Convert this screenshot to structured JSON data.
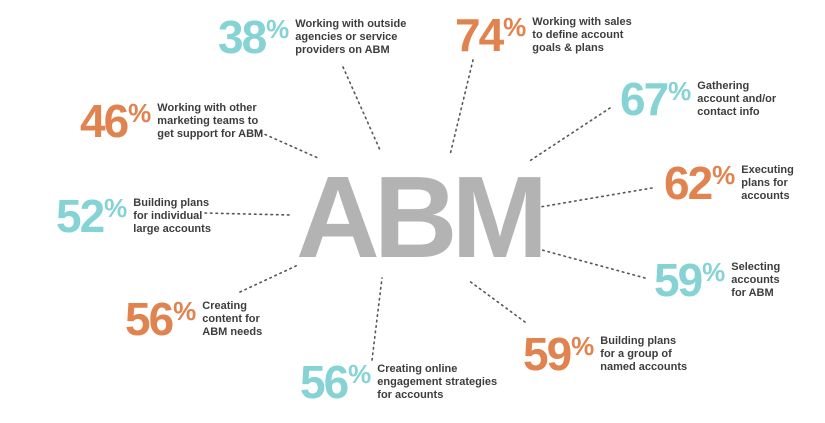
{
  "center_label": "ABM",
  "colors": {
    "orange": "#e0834f",
    "teal": "#86d3d6",
    "center": "#b3b3b3",
    "dots": "#555555"
  },
  "stats": [
    {
      "id": "outside-agencies",
      "value": "38",
      "unit": "%",
      "color": "teal",
      "label": [
        "Working with outside",
        "agencies or service",
        "providers on ABM"
      ]
    },
    {
      "id": "sales-goals",
      "value": "74",
      "unit": "%",
      "color": "orange",
      "label": [
        "Working with sales",
        "to define account",
        "goals & plans"
      ]
    },
    {
      "id": "gathering-info",
      "value": "67",
      "unit": "%",
      "color": "teal",
      "label": [
        "Gathering",
        "account and/or",
        "contact info"
      ]
    },
    {
      "id": "other-teams",
      "value": "46",
      "unit": "%",
      "color": "orange",
      "label": [
        "Working with other",
        "marketing teams to",
        "get support for ABM"
      ]
    },
    {
      "id": "executing-plans",
      "value": "62",
      "unit": "%",
      "color": "orange",
      "label": [
        "Executing",
        "plans for",
        "accounts"
      ]
    },
    {
      "id": "individual-accounts",
      "value": "52",
      "unit": "%",
      "color": "teal",
      "label": [
        "Building plans",
        "for individual",
        "large accounts"
      ]
    },
    {
      "id": "selecting-accounts",
      "value": "59",
      "unit": "%",
      "color": "teal",
      "label": [
        "Selecting",
        "accounts",
        "for ABM"
      ]
    },
    {
      "id": "creating-content",
      "value": "56",
      "unit": "%",
      "color": "orange",
      "label": [
        "Creating",
        "content for",
        "ABM needs"
      ]
    },
    {
      "id": "named-accounts",
      "value": "59",
      "unit": "%",
      "color": "orange",
      "label": [
        "Building plans",
        "for a group of",
        "named accounts"
      ]
    },
    {
      "id": "online-engagement",
      "value": "56",
      "unit": "%",
      "color": "teal",
      "label": [
        "Creating online",
        "engagement strategies",
        "for accounts"
      ]
    }
  ]
}
